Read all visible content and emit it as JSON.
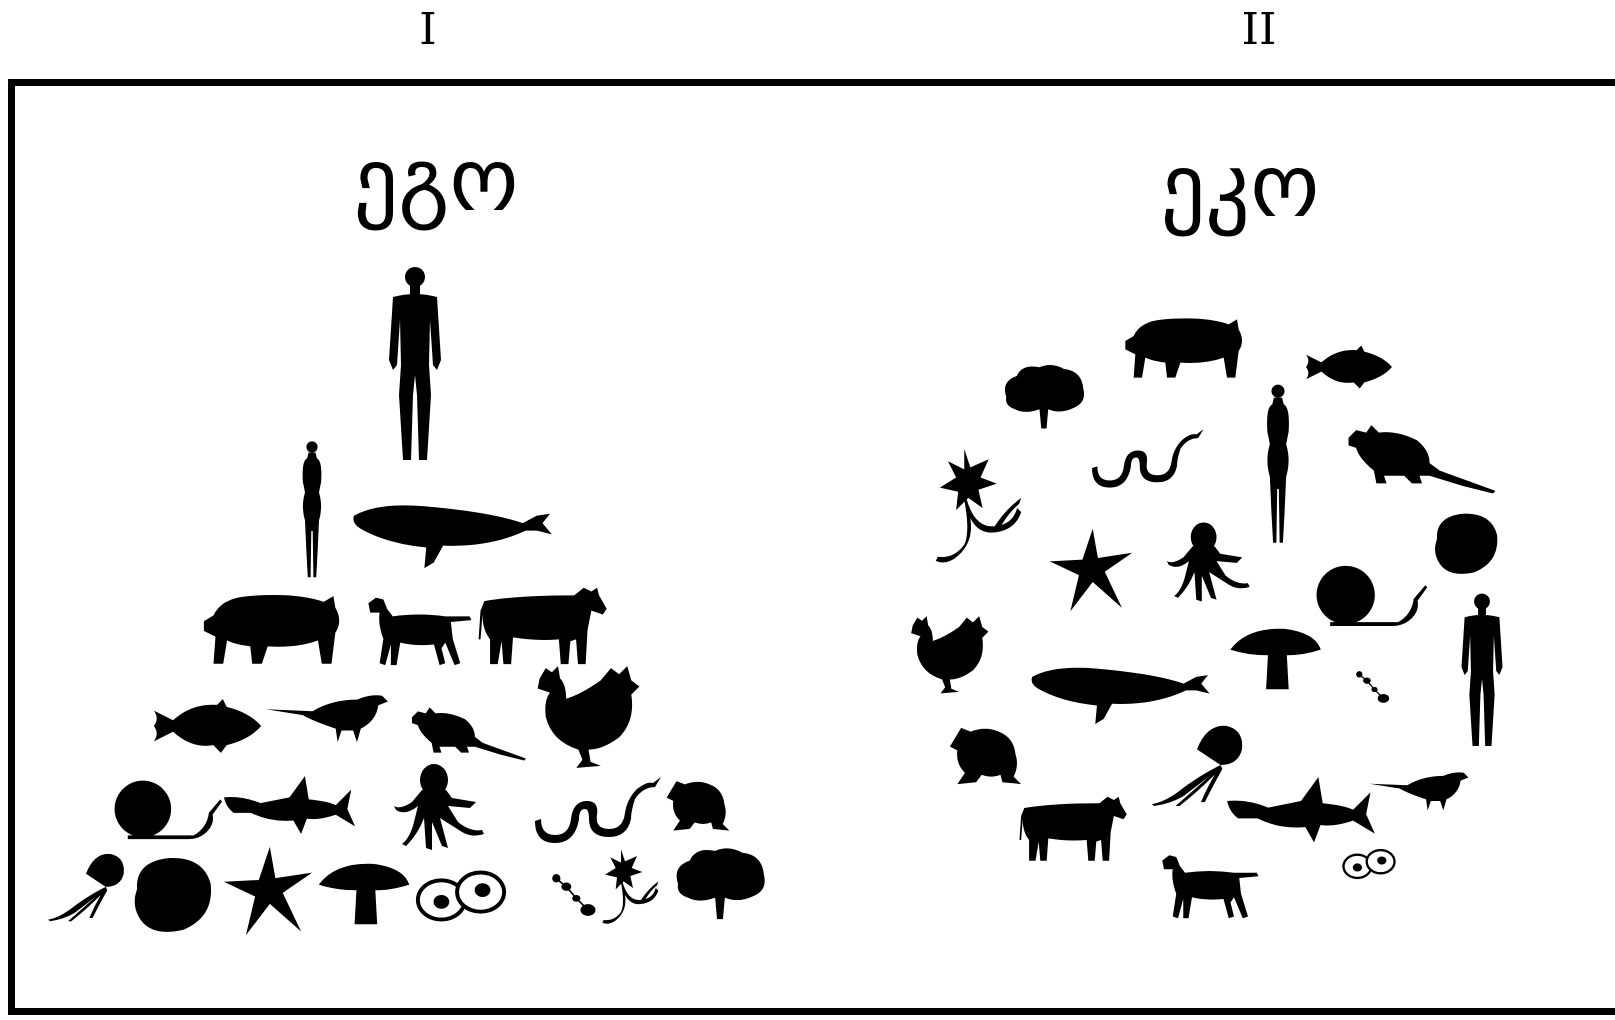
{
  "labels": {
    "panel_1": "I",
    "panel_2": "II"
  },
  "panels": [
    {
      "title": "ეგო",
      "arrangement": "pyramid"
    },
    {
      "title": "ეკო",
      "arrangement": "circle"
    }
  ],
  "icons": [
    "man-icon",
    "woman-icon",
    "whale-icon",
    "pig-icon",
    "dog-icon",
    "cow-icon",
    "fish-icon",
    "bird-icon",
    "rat-icon",
    "hen-icon",
    "snail-icon",
    "shark-icon",
    "octopus-icon",
    "snake-icon",
    "frog-icon",
    "jellyfish-icon",
    "coral-icon",
    "starfish-icon",
    "mushroom-icon",
    "egg-cells-icon",
    "ant-icon",
    "flower-icon",
    "tree-icon"
  ],
  "colors": {
    "ink": "#000000",
    "background": "#ffffff"
  }
}
